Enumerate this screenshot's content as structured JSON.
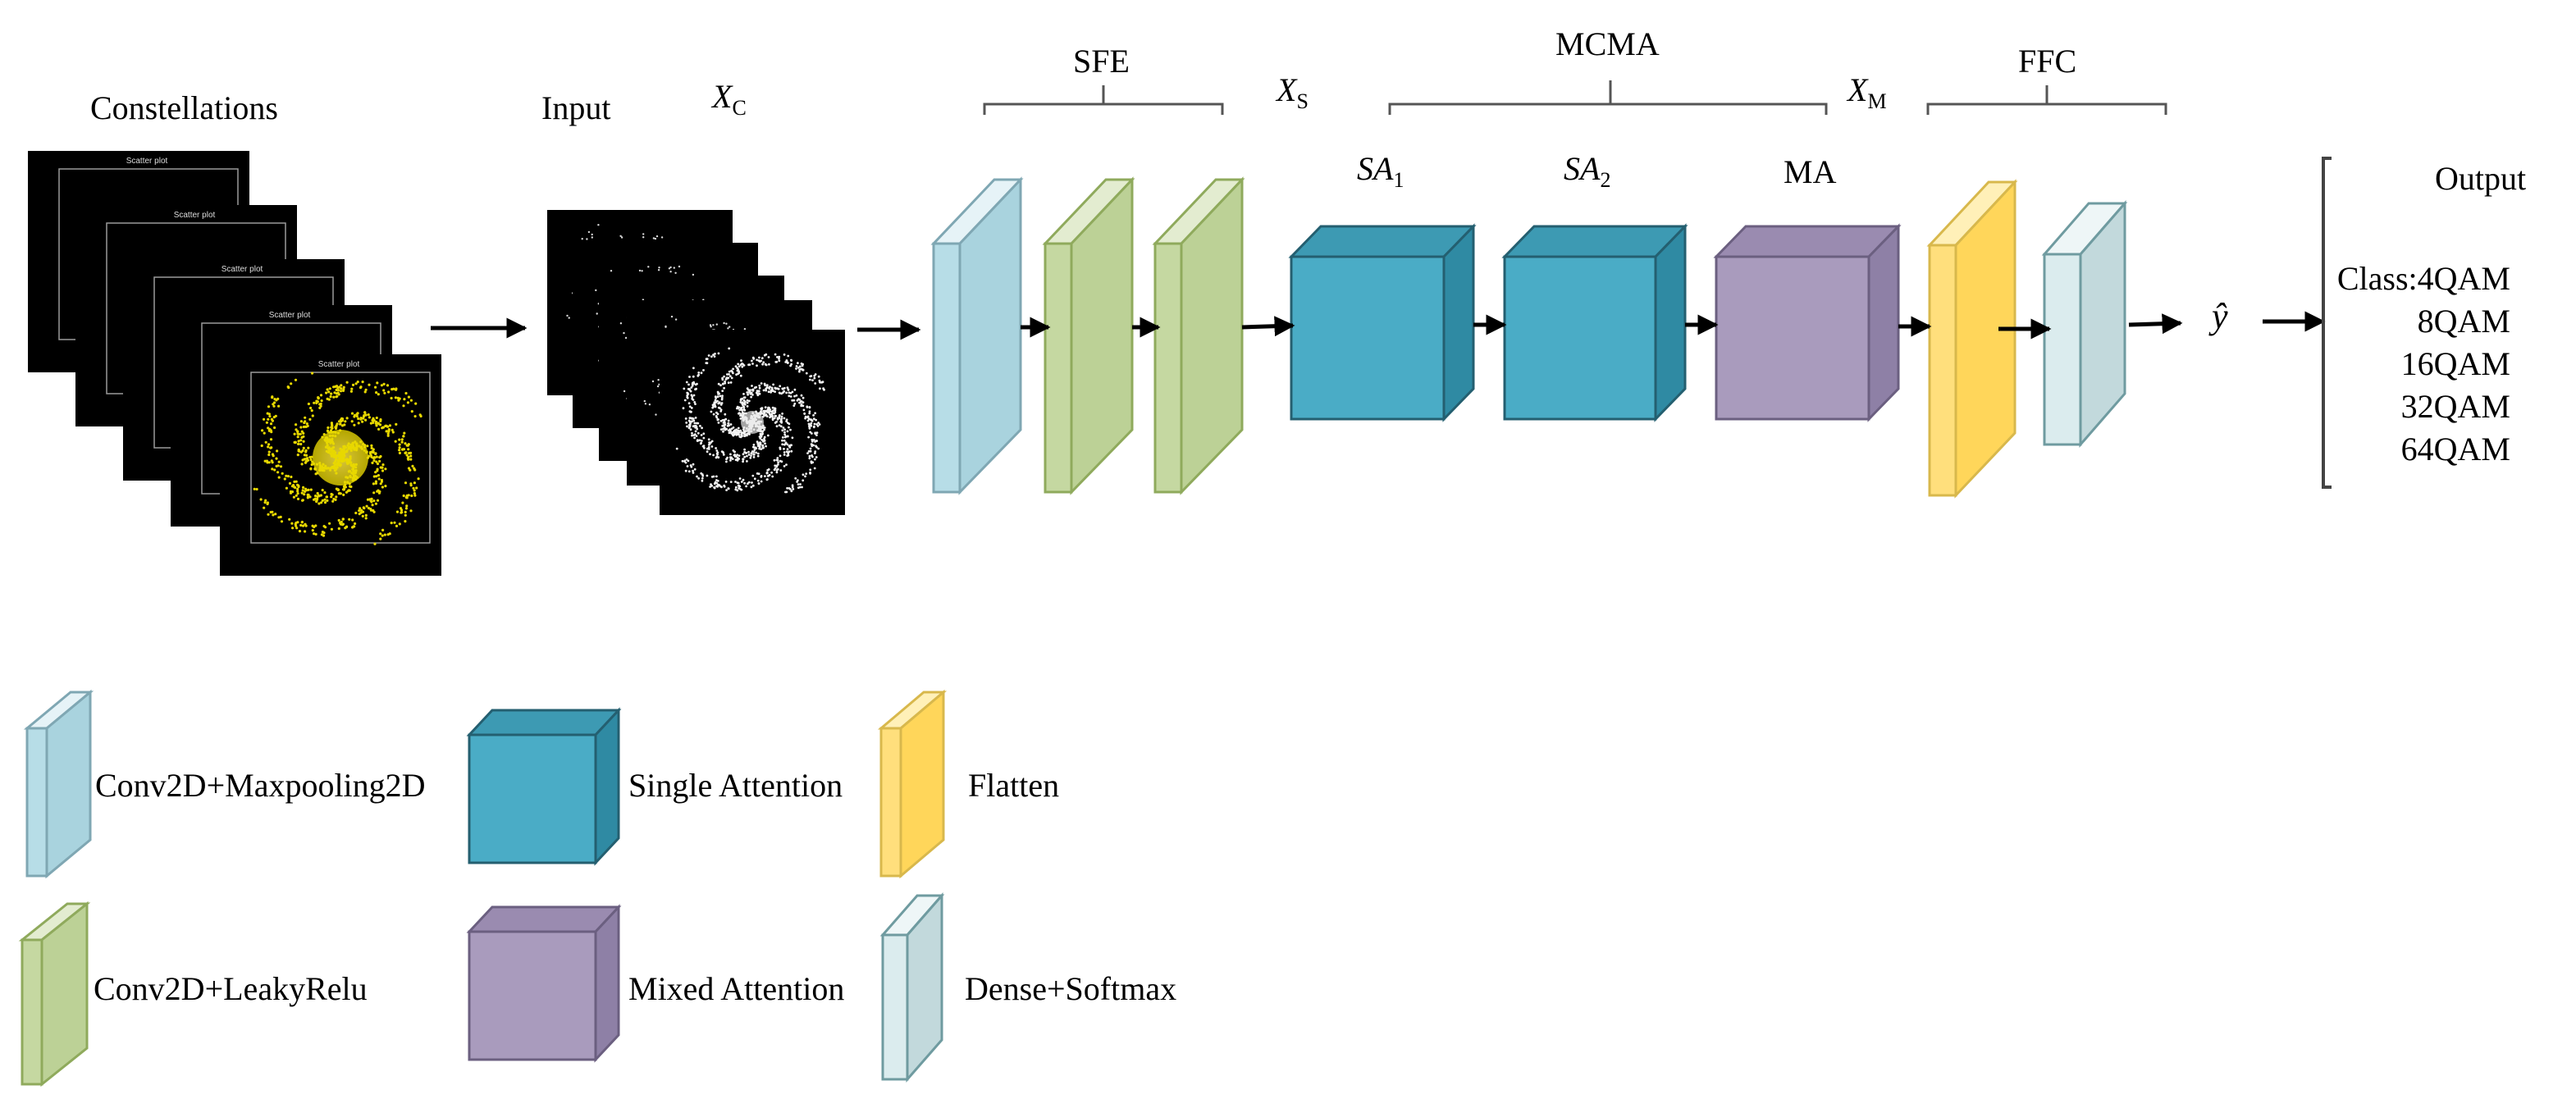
{
  "labels": {
    "constellations": "Constellations",
    "input": "Input",
    "xc": "X",
    "xc_sub": "C",
    "sfe": "SFE",
    "xs": "X",
    "xs_sub": "S",
    "mcma": "MCMA",
    "xm": "X",
    "xm_sub": "M",
    "ffc": "FFC",
    "sa1": "SA",
    "sa1_sub": "1",
    "sa2": "SA",
    "sa2_sub": "2",
    "ma": "MA",
    "yhat": "ŷ",
    "output": "Output",
    "classes": [
      "Class:4QAM",
      "8QAM",
      "16QAM",
      "32QAM",
      "64QAM"
    ]
  },
  "scatter_plot_title": "Scatter plot",
  "legend": {
    "conv_pool": "Conv2D+Maxpooling2D",
    "conv_leaky": "Conv2D+LeakyRelu",
    "single_attention": "Single Attention",
    "mixed_attention": "Mixed Attention",
    "flatten": "Flatten",
    "dense_softmax": "Dense+Softmax"
  },
  "colors": {
    "conv_pool": "#b5dbe6",
    "conv_leaky": "#c3d69b",
    "single_attention": "#4bacc6",
    "mixed_attention": "#a99bbd",
    "flatten": "#ffd966",
    "dense_softmax": "#dbeef0"
  }
}
